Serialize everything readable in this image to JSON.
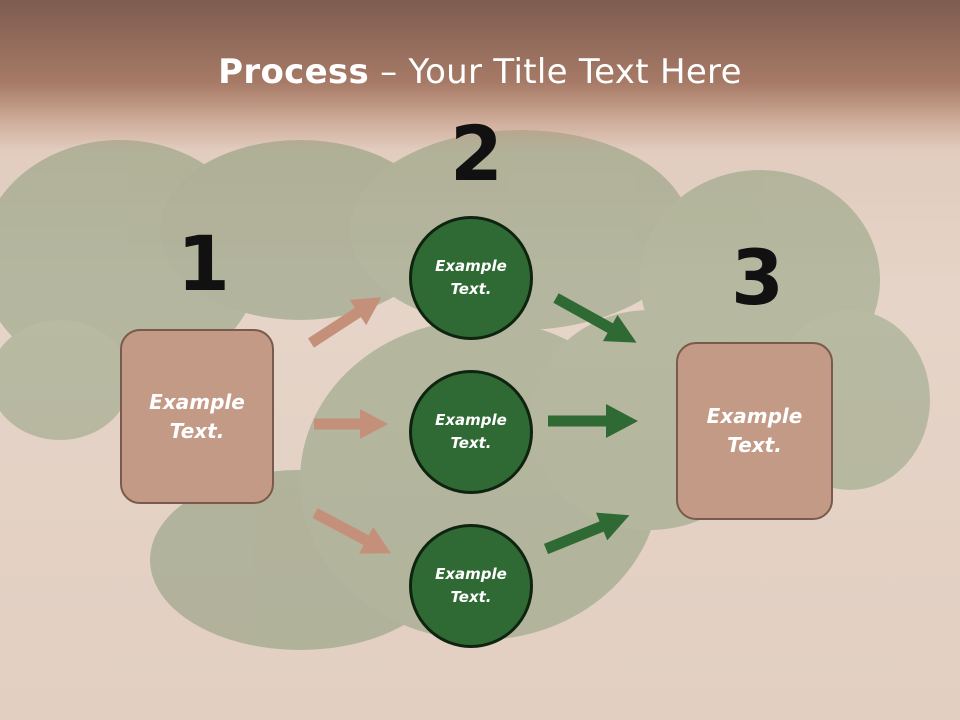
{
  "title": {
    "bold": "Process",
    "rest": " – Your Title Text Here"
  },
  "numbers": [
    "1",
    "2",
    "3"
  ],
  "nodes": {
    "box1": "Example Text.",
    "circle_top": "Example Text.",
    "circle_mid": "Example Text.",
    "circle_bot": "Example Text.",
    "box3": "Example Text."
  },
  "colors": {
    "box_fill": "#c39a86",
    "box_border": "#7a5a4c",
    "circle_fill": "#2f6a34",
    "circle_border": "#0f2410",
    "arrow_left": "#c4907a",
    "arrow_right": "#2f6a34",
    "title_band": "#a67a66"
  }
}
